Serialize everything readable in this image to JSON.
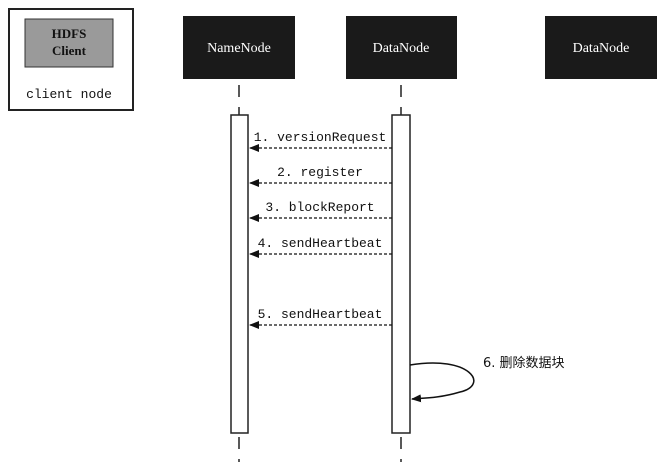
{
  "client": {
    "box_label_line1": "HDFS",
    "box_label_line2": "Client",
    "caption": "client node"
  },
  "participants": [
    {
      "name": "NameNode"
    },
    {
      "name": "DataNode"
    },
    {
      "name": "DataNode"
    }
  ],
  "messages": [
    {
      "label": "1. versionRequest",
      "from": "DataNode",
      "to": "NameNode"
    },
    {
      "label": "2. register",
      "from": "DataNode",
      "to": "NameNode"
    },
    {
      "label": "3. blockReport",
      "from": "DataNode",
      "to": "NameNode"
    },
    {
      "label": "4. sendHeartbeat",
      "from": "DataNode",
      "to": "NameNode"
    },
    {
      "label": "5. sendHeartbeat",
      "from": "DataNode",
      "to": "NameNode"
    }
  ],
  "self_message": {
    "label": "6. 删除数据块",
    "on": "DataNode"
  },
  "colors": {
    "node_fill": "#1a1a1a",
    "client_inner_fill": "#9a9a9a",
    "line": "#222222"
  }
}
